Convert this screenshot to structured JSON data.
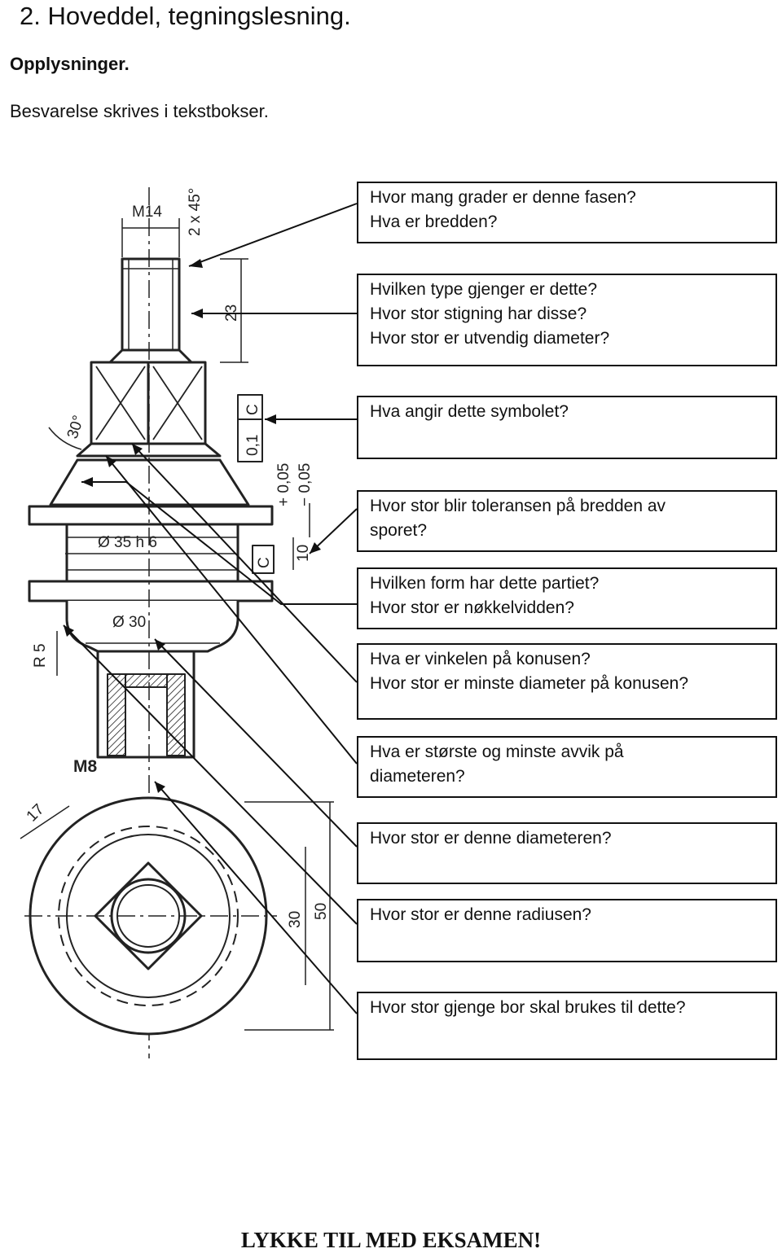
{
  "heading": "2. Hoveddel, tegningslesning.",
  "subheading": "Opplysninger.",
  "instructions": "Besvarelse skrives i tekstbokser.",
  "drawing": {
    "dim_m14": "M14",
    "dim_chamfer": "2 x 45°",
    "dim_23": "23",
    "dim_30deg": "30°",
    "dim_tol_frame": "0,1",
    "dim_datum": "C",
    "dim_tol_upper": "+ 0,05",
    "dim_tol_lower": "− 0,05",
    "dim_10": "10",
    "dim_dia35": "Ø 35 h 6",
    "dim_dia30": "Ø 30",
    "dim_r5": "R 5",
    "dim_m8": "M8",
    "dim_17": "17",
    "dim_30": "30",
    "dim_50": "50"
  },
  "questions": [
    [
      "Hvor mang grader er denne fasen?",
      "Hva er bredden?"
    ],
    [
      "Hvilken type gjenger er dette?",
      "Hvor stor stigning har disse?",
      "Hvor stor er utvendig diameter?"
    ],
    [
      "Hva angir dette symbolet?"
    ],
    [
      "Hvor stor blir toleransen på bredden av",
      "sporet?"
    ],
    [
      "Hvilken form har dette partiet?",
      "Hvor stor er nøkkelvidden?"
    ],
    [
      "Hva er vinkelen på konusen?",
      "Hvor stor er minste diameter på konusen?"
    ],
    [
      "Hva er største og minste avvik på",
      "diameteren?"
    ],
    [
      "Hvor stor er denne diameteren?"
    ],
    [
      "Hvor stor er denne radiusen?"
    ],
    [
      "Hvor stor gjenge bor skal brukes til dette?"
    ]
  ],
  "footer": "LYKKE TIL MED EKSAMEN!"
}
